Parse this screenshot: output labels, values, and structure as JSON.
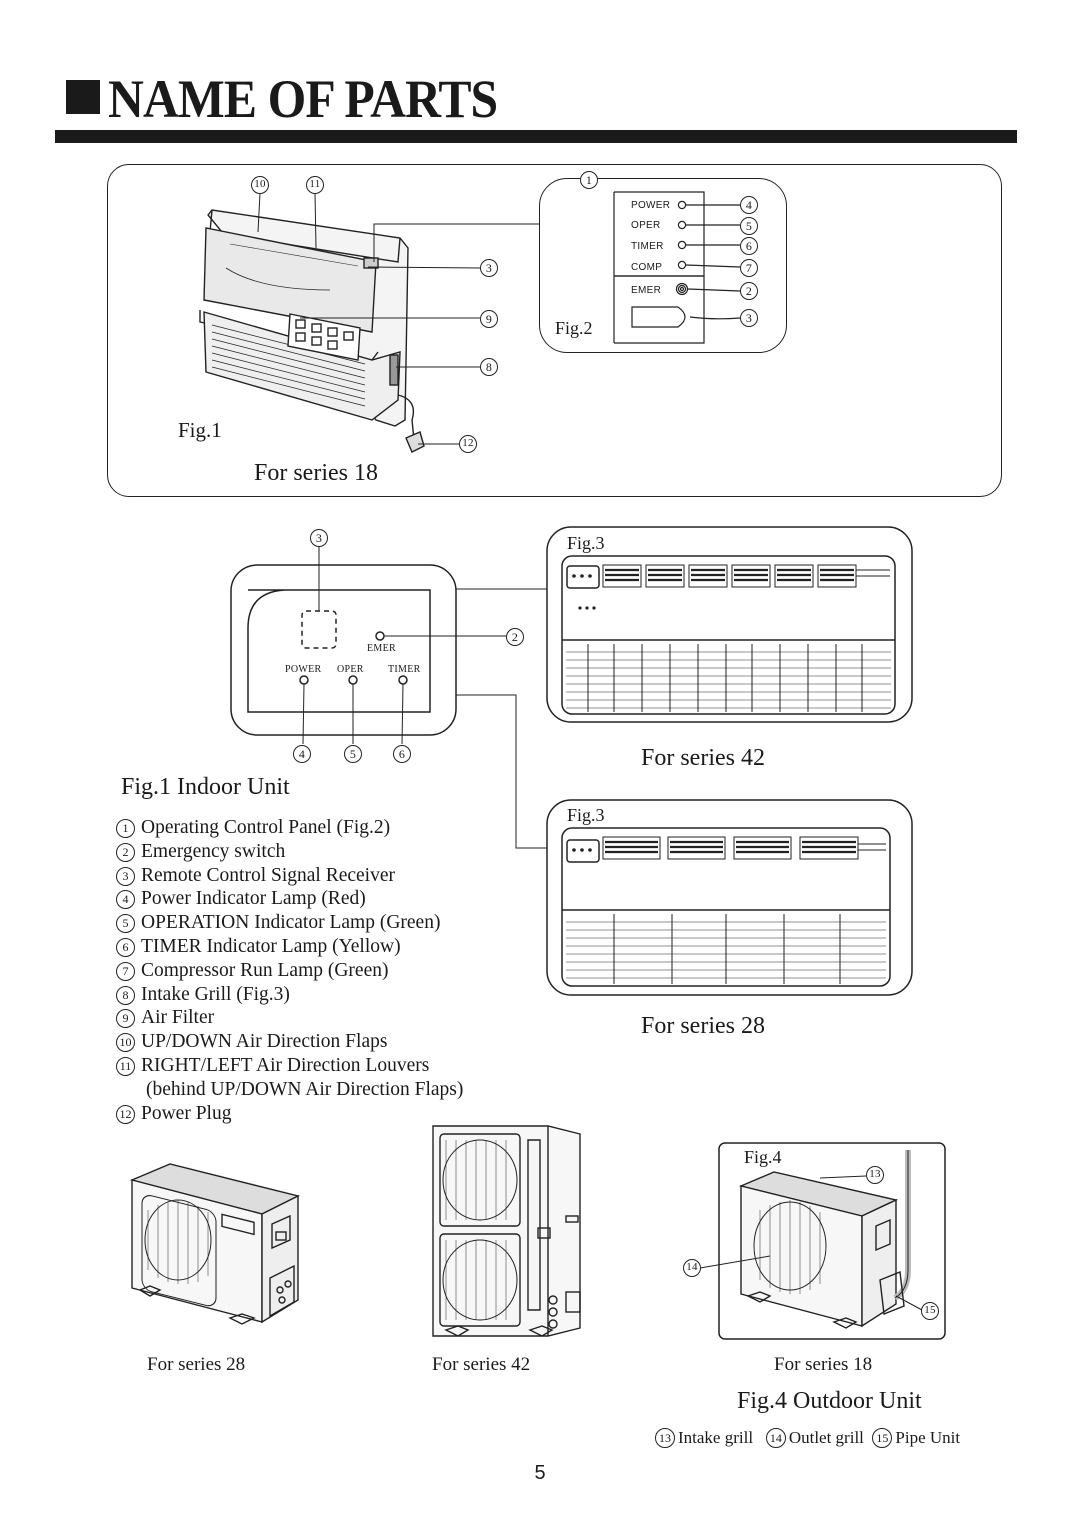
{
  "page": {
    "title": "NAME OF PARTS",
    "page_number": "5"
  },
  "fig1_box": {
    "fig1_label": "Fig.1",
    "fig2_label": "Fig.2",
    "series_caption": "For series 18",
    "panel_labels": [
      "POWER",
      "OPER",
      "TIMER",
      "COMP",
      "EMER"
    ],
    "callouts_unit": [
      "10",
      "11",
      "3",
      "9",
      "8",
      "12"
    ],
    "callouts_panel": [
      "1",
      "4",
      "5",
      "6",
      "7",
      "2",
      "3"
    ]
  },
  "control_panel": {
    "emer_label": "EMER",
    "lamp_labels": [
      "POWER",
      "OPER",
      "TIMER"
    ],
    "callouts": [
      "3",
      "2",
      "4",
      "5",
      "6"
    ]
  },
  "fig3": {
    "label_top": "Fig.3",
    "label_bottom": "Fig.3",
    "caption_42": "For series 42",
    "caption_28": "For series 28"
  },
  "indoor_unit": {
    "heading": "Fig.1 Indoor Unit",
    "items": [
      {
        "num": "1",
        "text": "Operating Control Panel (Fig.2)"
      },
      {
        "num": "2",
        "text": "Emergency switch"
      },
      {
        "num": "3",
        "text": "Remote Control Signal Receiver"
      },
      {
        "num": "4",
        "text": "Power Indicator Lamp (Red)"
      },
      {
        "num": "5",
        "text": "OPERATION Indicator Lamp (Green)"
      },
      {
        "num": "6",
        "text": "TIMER Indicator Lamp (Yellow)"
      },
      {
        "num": "7",
        "text": "Compressor Run Lamp (Green)"
      },
      {
        "num": "8",
        "text": "Intake Grill (Fig.3)"
      },
      {
        "num": "9",
        "text": "Air Filter"
      },
      {
        "num": "10",
        "text": "UP/DOWN Air Direction Flaps"
      },
      {
        "num": "11",
        "text": "RIGHT/LEFT Air Direction Louvers"
      },
      {
        "num": "",
        "text": "(behind UP/DOWN Air Direction Flaps)"
      },
      {
        "num": "12",
        "text": "Power Plug"
      }
    ]
  },
  "outdoor": {
    "fig4_label": "Fig.4",
    "caption_28": "For series 28",
    "caption_42": "For series 42",
    "caption_18": "For series 18",
    "heading": "Fig.4 Outdoor Unit",
    "callouts": [
      "13",
      "14",
      "15"
    ],
    "legend": [
      {
        "num": "13",
        "text": "Intake grill"
      },
      {
        "num": "14",
        "text": "Outlet grill"
      },
      {
        "num": "15",
        "text": "Pipe Unit"
      }
    ]
  }
}
